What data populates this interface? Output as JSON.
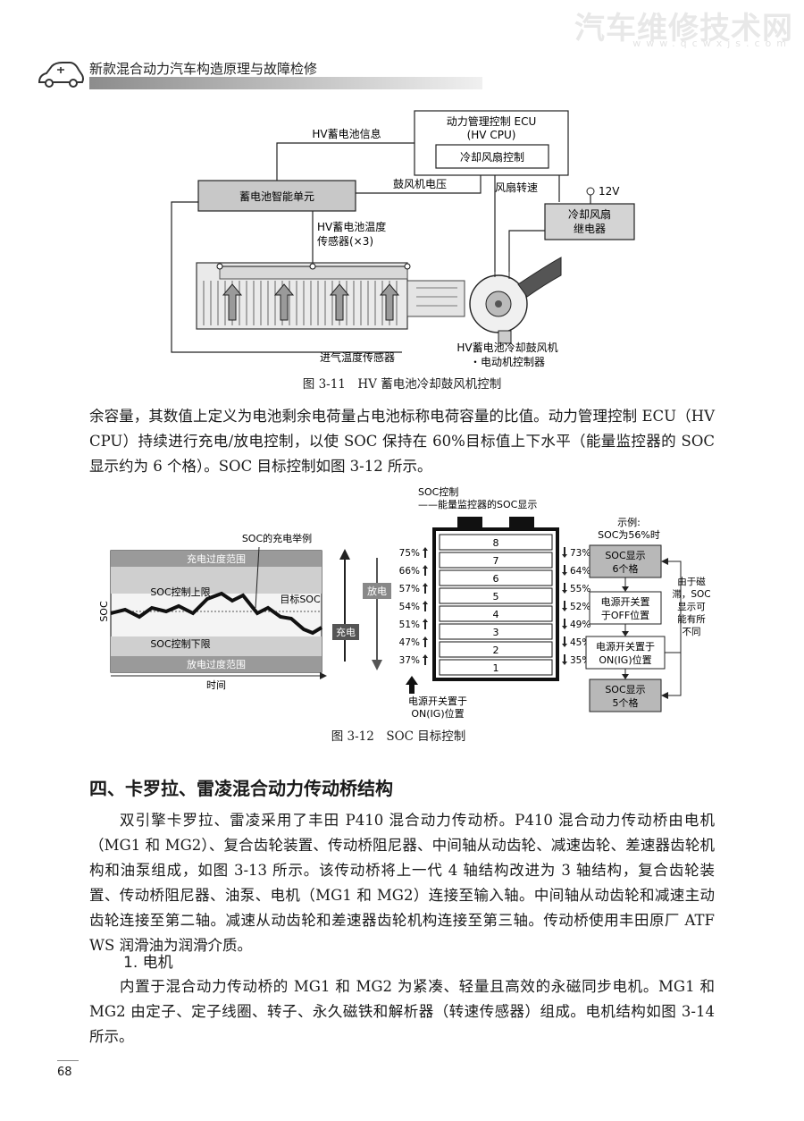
{
  "header": {
    "book_title": "新款混合动力汽车构造原理与故障检修",
    "watermark": "汽车维修技术网",
    "watermark_url": "www.qcwxjs.com",
    "car_icon": "car-outline-icon"
  },
  "figure1": {
    "ecu_title": "动力管理控制 ECU",
    "ecu_sub": "(HV CPU)",
    "fan_control": "冷却风扇控制",
    "hv_battery_info": "HV蓄电池信息",
    "battery_unit": "蓄电池智能单元",
    "blower_voltage": "鼓风机电压",
    "fan_speed": "风扇转速",
    "v12": "12V",
    "relay_line1": "冷却风扇",
    "relay_line2": "继电器",
    "temp_sensor_line1": "HV蓄电池温度",
    "temp_sensor_line2": "传感器(×3)",
    "intake_sensor": "进气温度传感器",
    "blower_line1": "HV蓄电池冷却鼓风机",
    "blower_line2": "・电动机控制器",
    "caption": "图 3-11　HV 蓄电池冷却鼓风机控制"
  },
  "paragraph1": "余容量，其数值上定义为电池剩余电荷量占电池标称电荷容量的比值。动力管理控制 ECU（HV CPU）持续进行充电/放电控制，以使 SOC 保持在 60%目标值上下水平（能量监控器的 SOC 显示约为 6 个格）。SOC 目标控制如图 3-12 所示。",
  "figure2": {
    "soc_example": "SOC的充电举例",
    "over_charge": "充电过度范围",
    "upper_limit": "SOC控制上限",
    "target_soc": "目标SOC",
    "lower_limit": "SOC控制下限",
    "over_discharge": "放电过度范围",
    "y_axis": "SOC",
    "x_axis": "时间",
    "charge": "充电",
    "discharge": "放电",
    "soc_control_line1": "SOC控制",
    "soc_control_line2": "——能量监控器的SOC显示",
    "left_percents": [
      "75%",
      "66%",
      "57%",
      "54%",
      "51%",
      "47%",
      "37%"
    ],
    "right_percents": [
      "73%",
      "64%",
      "55%",
      "52%",
      "49%",
      "45%",
      "35%"
    ],
    "segments": [
      "8",
      "7",
      "6",
      "5",
      "4",
      "3",
      "2",
      "1"
    ],
    "power_on_line1": "电源开关置于",
    "power_on_line2": "ON(IG)位置",
    "example_line1": "示例:",
    "example_line2": "SOC为56%时",
    "flow_box1_line1": "SOC显示",
    "flow_box1_line2": "6个格",
    "flow_box2_line1": "电源开关置",
    "flow_box2_line2": "于OFF位置",
    "flow_box3_line1": "电源开关置于",
    "flow_box3_line2": "ON(IG)位置",
    "flow_box4_line1": "SOC显示",
    "flow_box4_line2": "5个格",
    "note_lines": [
      "由于磁",
      "滞，SOC",
      "显示可",
      "能有所",
      "不同"
    ],
    "caption": "图 3-12　SOC 目标控制"
  },
  "section_title": "四、卡罗拉、雷凌混合动力传动桥结构",
  "paragraph2": "双引擎卡罗拉、雷凌采用了丰田 P410 混合动力传动桥。P410 混合动力传动桥由电机（MG1 和 MG2）、复合齿轮装置、传动桥阻尼器、中间轴从动齿轮、减速齿轮、差速器齿轮机构和油泵组成，如图 3-13 所示。该传动桥将上一代 4 轴结构改进为 3 轴结构，复合齿轮装置、传动桥阻尼器、油泵、电机（MG1 和 MG2）连接至输入轴。中间轴从动齿轮和减速主动齿轮连接至第二轴。减速从动齿轮和差速器齿轮机构连接至第三轴。传动桥使用丰田原厂 ATF WS 润滑油为润滑介质。",
  "subsection_title": "1. 电机",
  "paragraph3": "内置于混合动力传动桥的 MG1 和 MG2 为紧凑、轻量且高效的永磁同步电机。MG1 和 MG2 由定子、定子线圈、转子、永久磁铁和解析器（转速传感器）组成。电机结构如图 3-14 所示。",
  "page_number": "68"
}
